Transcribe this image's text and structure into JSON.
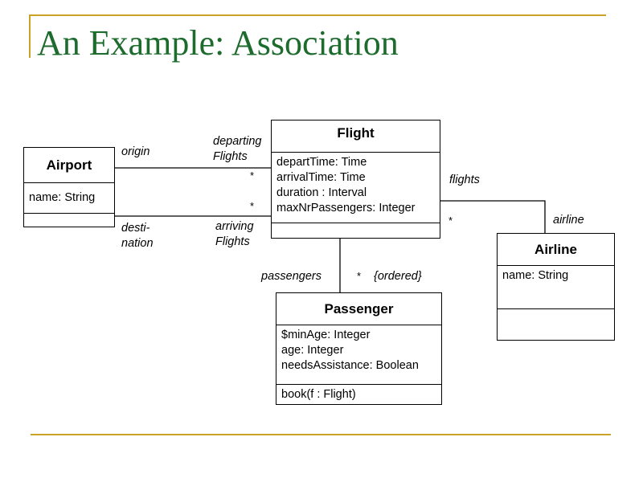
{
  "slide": {
    "title": "An Example: Association"
  },
  "colors": {
    "title": "#1e6b2e",
    "rule": "#c9a227"
  },
  "classes": {
    "airport": {
      "name": "Airport",
      "attributes": [
        "name: String"
      ]
    },
    "flight": {
      "name": "Flight",
      "attributes": [
        "departTime: Time",
        "arrivalTime: Time",
        "duration : Interval",
        "maxNrPassengers: Integer"
      ]
    },
    "airline": {
      "name": "Airline",
      "attributes": [
        "name: String"
      ]
    },
    "passenger": {
      "name": "Passenger",
      "attributes": [
        "$minAge: Integer",
        "age: Integer",
        "needsAssistance: Boolean"
      ],
      "operations": [
        "book(f : Flight)"
      ]
    }
  },
  "associations": {
    "origin": "origin",
    "departing_1": "departing",
    "departing_2": "Flights",
    "departing_mult": "*",
    "destination_1": "desti-",
    "destination_2": "nation",
    "arriving_1": "arriving",
    "arriving_2": "Flights",
    "arriving_mult": "*",
    "flights": "flights",
    "flights_mult": "*",
    "airline": "airline",
    "passengers": "passengers",
    "passengers_mult": "*",
    "ordered": "{ordered}"
  }
}
